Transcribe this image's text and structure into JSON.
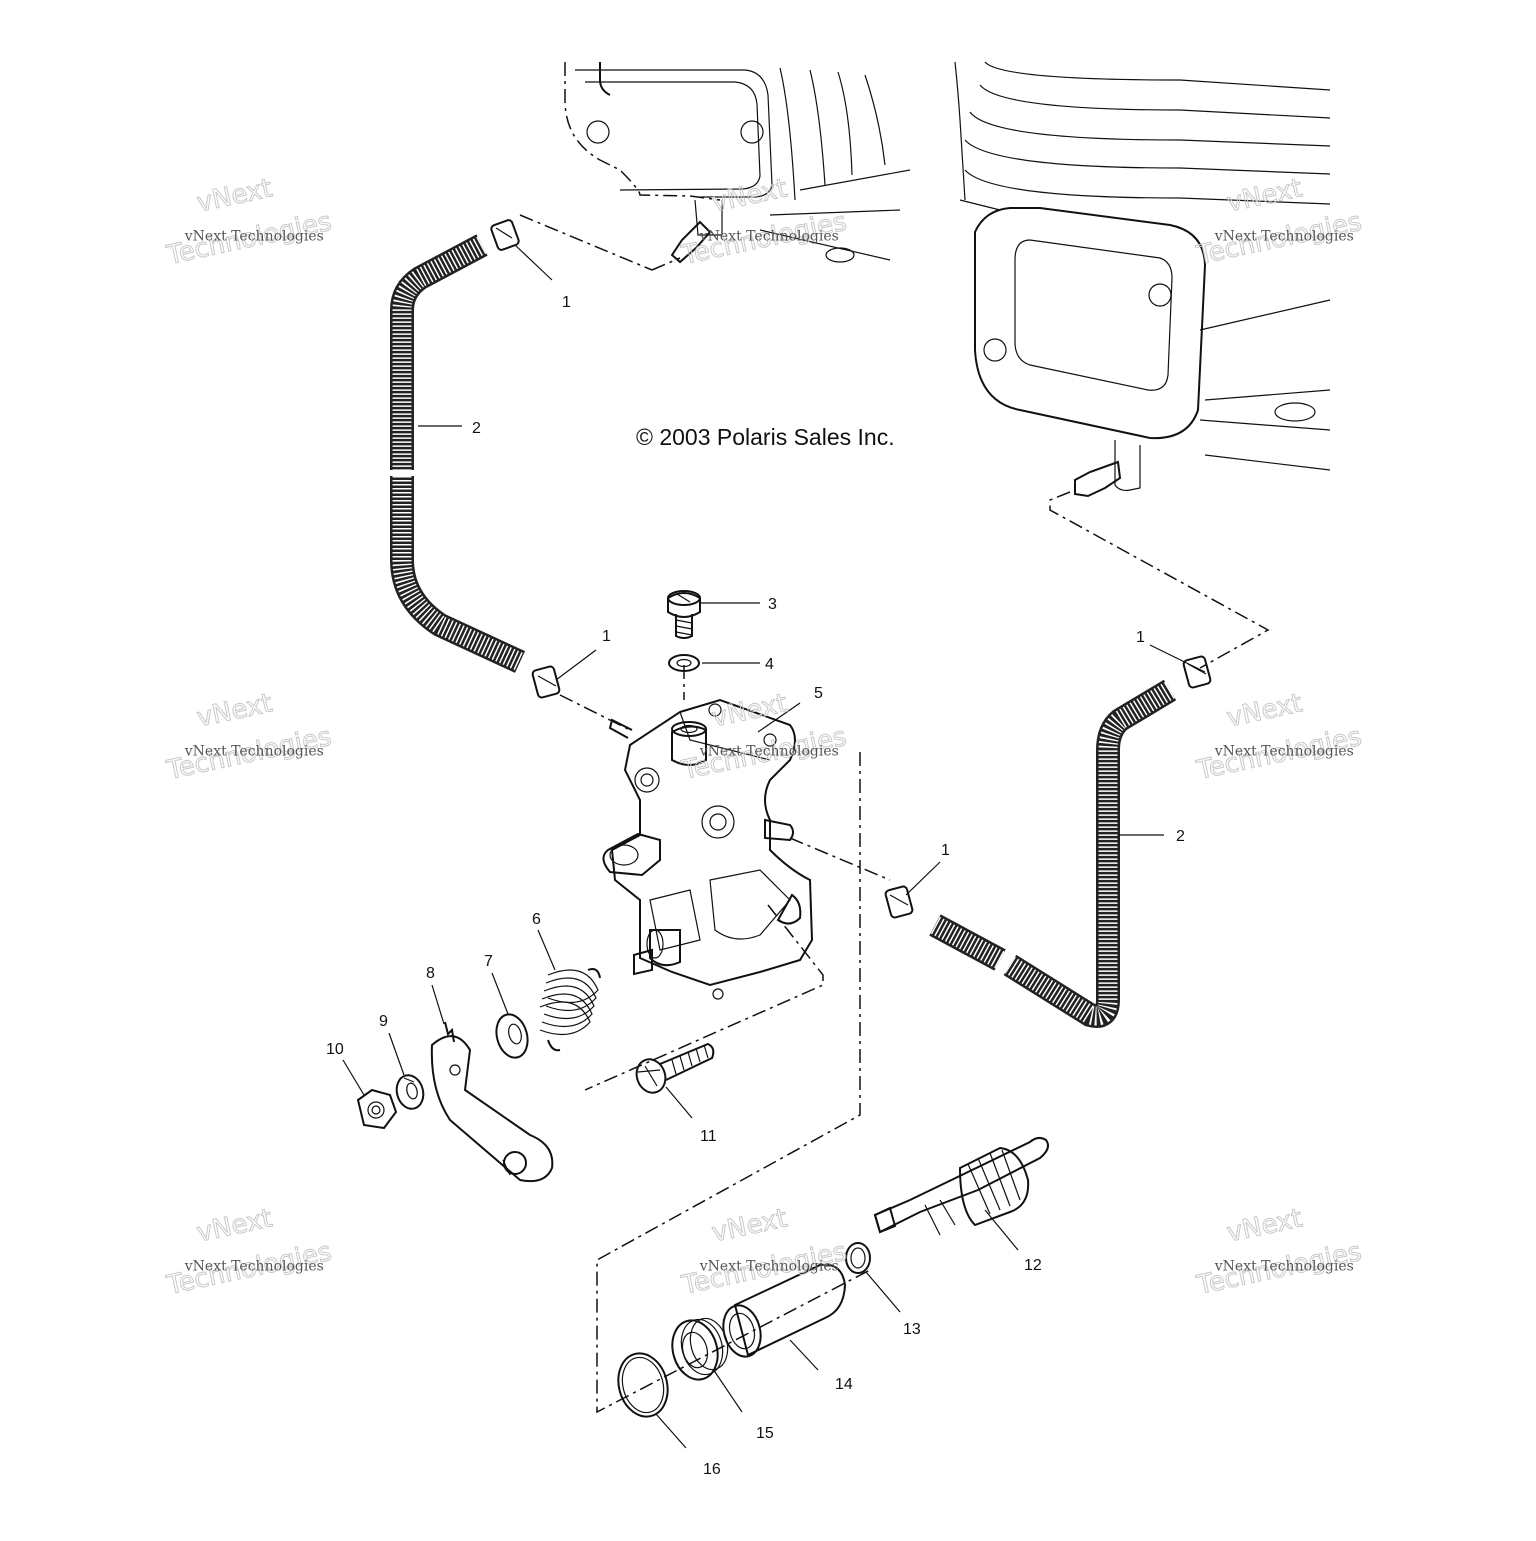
{
  "copyright": "© 2003 Polaris Sales Inc.",
  "watermark": {
    "line1": "vNext Technologies",
    "line2": "vNext",
    "line3": "Technologies"
  },
  "callouts": [
    {
      "id": "callout-1-top",
      "text": "1"
    },
    {
      "id": "callout-2-left",
      "text": "2"
    },
    {
      "id": "callout-3",
      "text": "3"
    },
    {
      "id": "callout-4",
      "text": "4"
    },
    {
      "id": "callout-1-mid",
      "text": "1"
    },
    {
      "id": "callout-5",
      "text": "5"
    },
    {
      "id": "callout-1-right",
      "text": "1"
    },
    {
      "id": "callout-2-right",
      "text": "2"
    },
    {
      "id": "callout-1-lower",
      "text": "1"
    },
    {
      "id": "callout-6",
      "text": "6"
    },
    {
      "id": "callout-7",
      "text": "7"
    },
    {
      "id": "callout-8",
      "text": "8"
    },
    {
      "id": "callout-9",
      "text": "9"
    },
    {
      "id": "callout-10",
      "text": "10"
    },
    {
      "id": "callout-11",
      "text": "11"
    },
    {
      "id": "callout-12",
      "text": "12"
    },
    {
      "id": "callout-13",
      "text": "13"
    },
    {
      "id": "callout-14",
      "text": "14"
    },
    {
      "id": "callout-15",
      "text": "15"
    },
    {
      "id": "callout-16",
      "text": "16"
    }
  ]
}
